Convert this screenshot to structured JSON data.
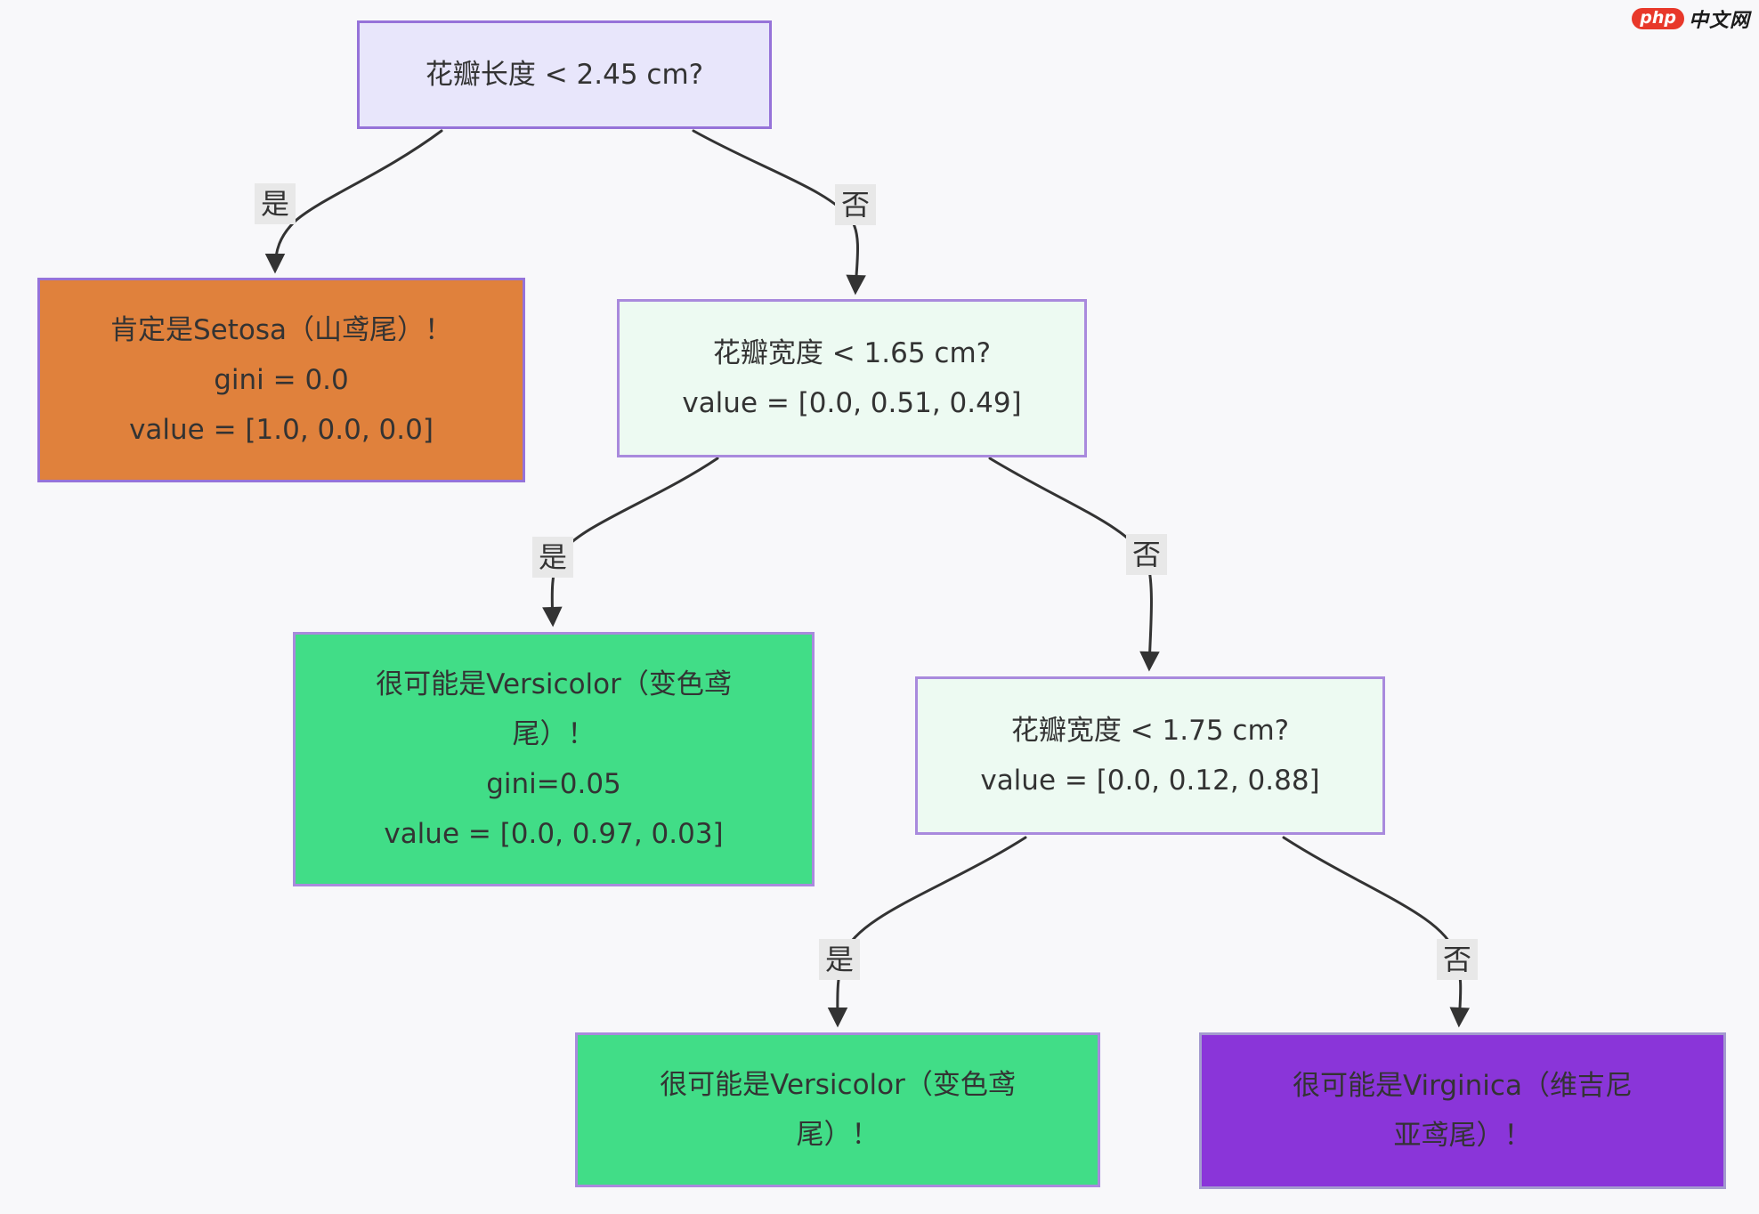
{
  "colors": {
    "background": "#f8f8fa",
    "edge_stroke": "#333333",
    "edge_label_bg": "#e8e8e8",
    "question_fill": "#e8e6fb",
    "question_fill_mint": "#edfaf2",
    "question_border": "#9673d9",
    "leaf_border": "#a98add",
    "leaf_setosa_fill": "#e0813c",
    "leaf_versicolor_fill": "#41dd87",
    "leaf_virginica_fill": "#8a35d9",
    "logo_red": "#e8382a"
  },
  "logo": {
    "badge": "php",
    "suffix": "中文网"
  },
  "nodes": {
    "q1": {
      "fill": "#e8e6fb",
      "border": "#9673d9",
      "lines": [
        "花瓣长度 < 2.45 cm?"
      ]
    },
    "setosa": {
      "fill": "#e0813c",
      "border": "#9673d9",
      "lines": [
        "肯定是Setosa（山鸢尾）！",
        "gini = 0.0",
        "value = [1.0, 0.0, 0.0]"
      ]
    },
    "q2": {
      "fill": "#edfaf2",
      "border": "#a98add",
      "lines": [
        "花瓣宽度 < 1.65 cm?",
        "value = [0.0, 0.51, 0.49]"
      ]
    },
    "versicolor1": {
      "fill": "#41dd87",
      "border": "#a98add",
      "lines": [
        "很可能是Versicolor（变色鸢",
        "尾）！",
        "gini=0.05",
        "value = [0.0, 0.97, 0.03]"
      ]
    },
    "q3": {
      "fill": "#edfaf2",
      "border": "#a98add",
      "lines": [
        "花瓣宽度 < 1.75 cm?",
        "value = [0.0, 0.12, 0.88]"
      ]
    },
    "versicolor2": {
      "fill": "#41dd87",
      "border": "#a98add",
      "lines": [
        "很可能是Versicolor（变色鸢",
        "尾）！"
      ]
    },
    "virginica": {
      "fill": "#8a35d9",
      "border": "#a49bcf",
      "lines": [
        "很可能是Virginica（维吉尼",
        "亚鸢尾）！"
      ]
    }
  },
  "edges": [
    {
      "label": "是",
      "from": "q1",
      "to": "setosa"
    },
    {
      "label": "否",
      "from": "q1",
      "to": "q2"
    },
    {
      "label": "是",
      "from": "q2",
      "to": "versicolor1"
    },
    {
      "label": "否",
      "from": "q2",
      "to": "q3"
    },
    {
      "label": "是",
      "from": "q3",
      "to": "versicolor2"
    },
    {
      "label": "否",
      "from": "q3",
      "to": "virginica"
    }
  ]
}
